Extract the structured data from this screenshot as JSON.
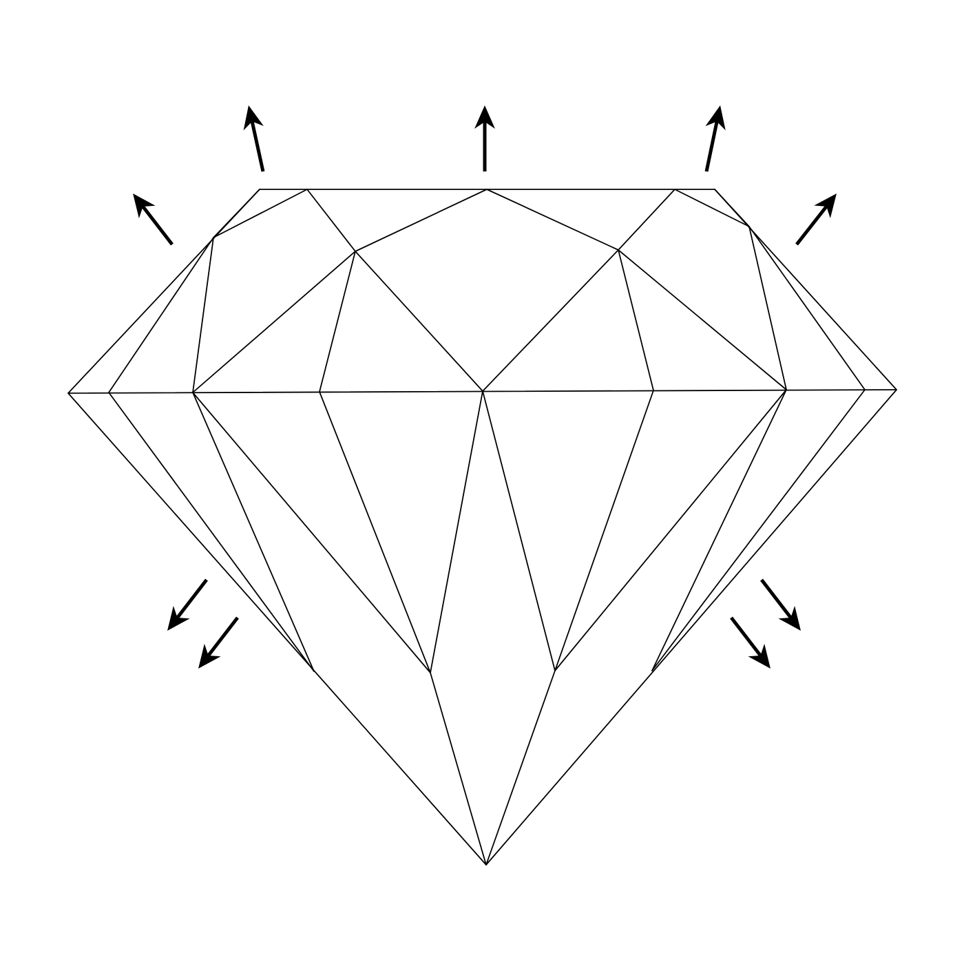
{
  "diagram": {
    "kind": "diamond-light-reflection",
    "stone": "round-brilliant-diamond",
    "line_color": "#000000",
    "background": "#ffffff",
    "arrows": [
      {
        "name": "arrow-upper-left",
        "direction": "up-left"
      },
      {
        "name": "arrow-top-left",
        "direction": "up"
      },
      {
        "name": "arrow-top-center",
        "direction": "up"
      },
      {
        "name": "arrow-top-right",
        "direction": "up"
      },
      {
        "name": "arrow-upper-right",
        "direction": "up-right"
      },
      {
        "name": "arrow-lower-left-outer",
        "direction": "down-left"
      },
      {
        "name": "arrow-lower-left-inner",
        "direction": "down-left"
      },
      {
        "name": "arrow-lower-right-outer",
        "direction": "down-right"
      },
      {
        "name": "arrow-lower-right-inner",
        "direction": "down-right"
      }
    ]
  }
}
